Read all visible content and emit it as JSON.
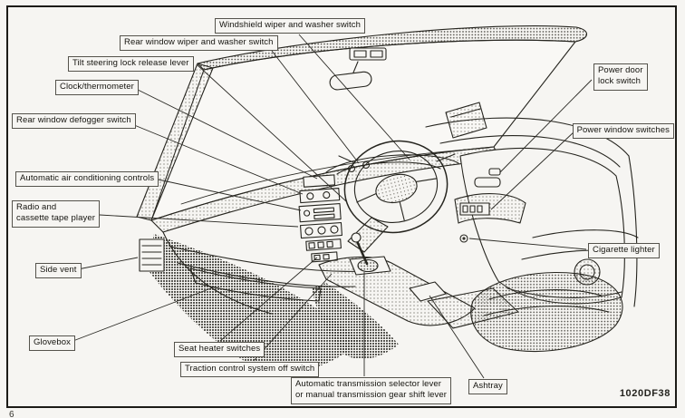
{
  "page": {
    "number": "6",
    "figure_code": "1020DF38"
  },
  "labels": {
    "windshield_wiper": "Windshield wiper and washer switch",
    "rear_wiper": "Rear window wiper and washer switch",
    "tilt_steering": "Tilt steering lock release lever",
    "clock": "Clock/thermometer",
    "defogger": "Rear window defogger switch",
    "ac": "Automatic air conditioning controls",
    "radio": "Radio and\ncassette tape player",
    "side_vent": "Side vent",
    "glovebox": "Glovebox",
    "seat_heater": "Seat heater switches",
    "traction": "Traction control system off switch",
    "transmission": "Automatic transmission selector lever\nor manual transmission gear shift lever",
    "ashtray": "Ashtray",
    "door_lock": "Power door\nlock switch",
    "power_window": "Power window switches",
    "cigarette_lighter": "Cigarette lighter"
  }
}
